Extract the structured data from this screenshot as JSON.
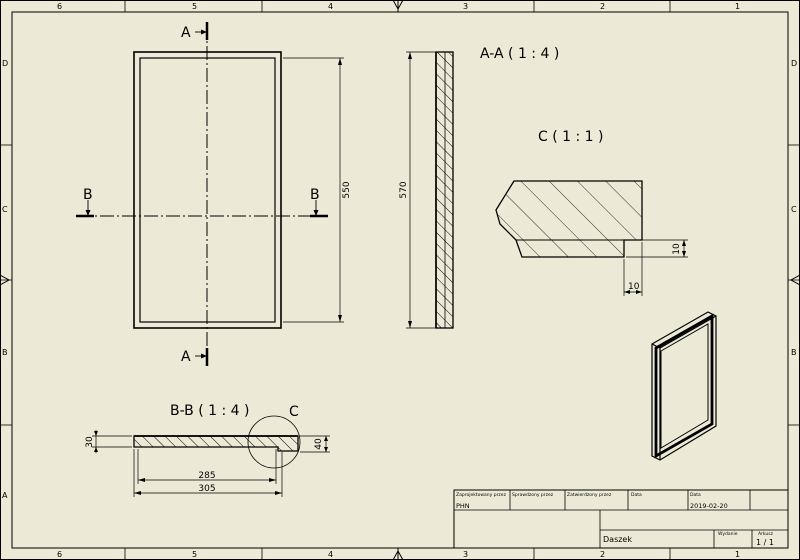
{
  "sheet": {
    "colors": {
      "background": "#ecead7",
      "line": "#000000"
    },
    "border_columns": [
      "6",
      "5",
      "4",
      "3",
      "2",
      "1"
    ],
    "border_rows": [
      "D",
      "C",
      "B",
      "A"
    ]
  },
  "front_view": {
    "dim_height": "550",
    "section_a_letter_top": "A",
    "section_a_letter_bottom": "A",
    "section_b_letter_left": "B",
    "section_b_letter_right": "B"
  },
  "section_aa": {
    "title": "A-A ( 1 : 4 )",
    "dim_height": "570"
  },
  "detail_c": {
    "title": "C ( 1 : 1 )",
    "dim_vertical": "10",
    "dim_horizontal": "10"
  },
  "section_bb": {
    "title": "B-B ( 1 : 4 )",
    "detail_callout": "C",
    "dim_thickness": "30",
    "dim_height": "40",
    "dim_inner_width": "285",
    "dim_total_width": "305"
  },
  "title_block": {
    "headers": {
      "designed_by": "Zaprojektowany przez",
      "checked_by": "Sprawdzony przez",
      "approved_by": "Zatwierdzony przez",
      "date_1": "Data",
      "date_2": "Data",
      "edition": "Wydanie",
      "sheet": "Arkusz"
    },
    "values": {
      "designer": "PHN",
      "date": "2019-02-20",
      "part_name": "Daszek",
      "sheet": "1 / 1"
    }
  }
}
